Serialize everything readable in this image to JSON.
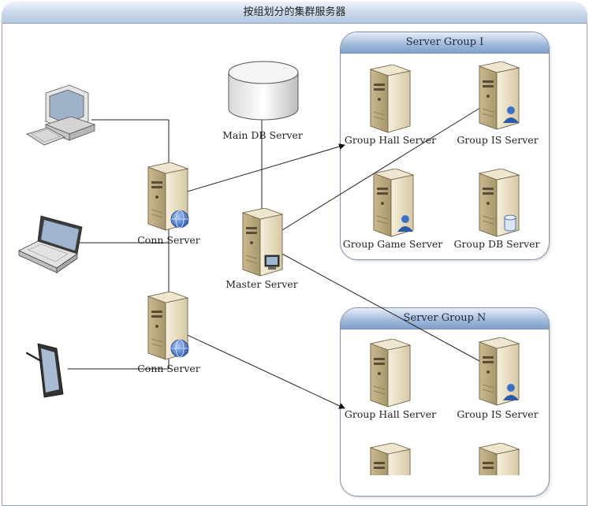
{
  "title": "按组划分的集群服务器",
  "groups": {
    "group1": "Server Group I",
    "groupN": "Server Group N"
  },
  "nodes": {
    "main_db": "Main DB Server",
    "conn1": "Conn Server",
    "conn2": "Conn Server",
    "master": "Master Server",
    "g1_hall": "Group Hall Server",
    "g1_is": "Group IS Server",
    "g1_game": "Group Game Server",
    "g1_db": "Group DB Server",
    "gN_hall": "Group Hall Server",
    "gN_is": "Group IS Server"
  },
  "icons": {
    "clients": [
      "desktop-pc-icon",
      "laptop-icon",
      "tablet-icon"
    ],
    "server": "tower-server-icon",
    "database": "database-cylinder-icon",
    "badges": [
      "globe-icon",
      "user-icon",
      "db-icon",
      "monitor-icon"
    ]
  },
  "colors": {
    "server_body": "#e9dfc4",
    "group_header": "#9fb9da",
    "border": "#7f8fa8"
  }
}
